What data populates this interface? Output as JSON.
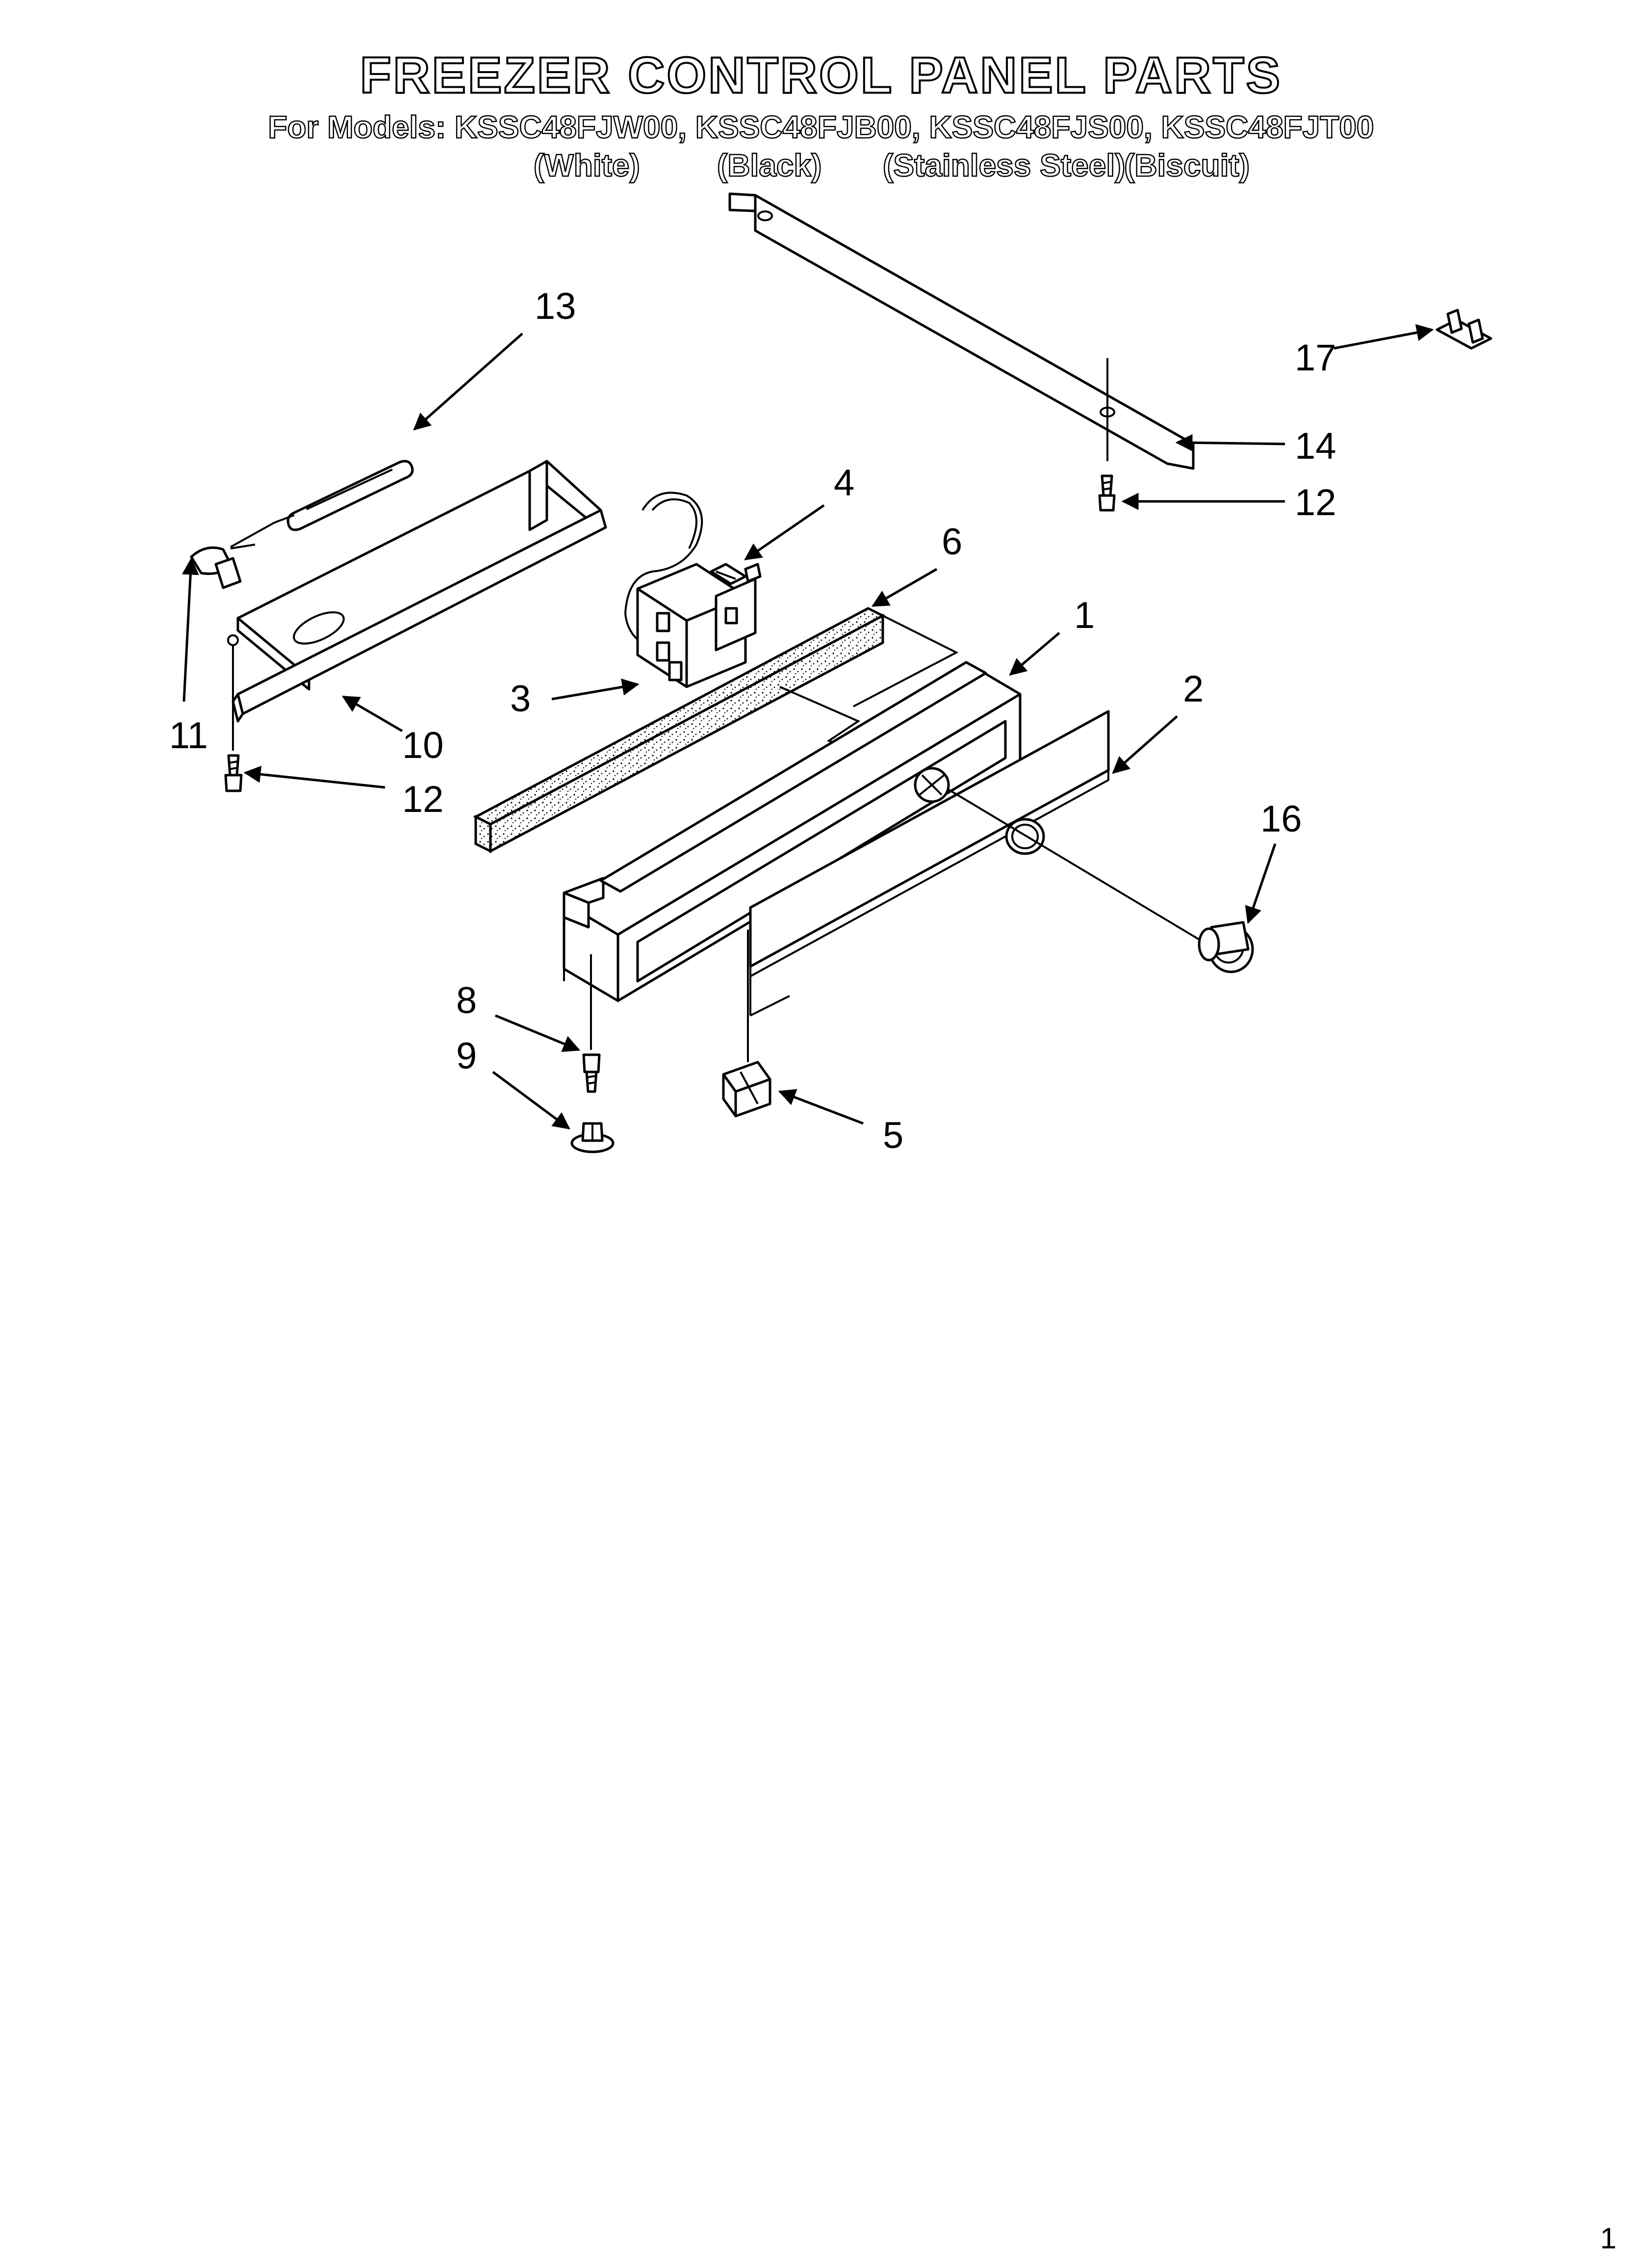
{
  "header": {
    "title": "FREEZER CONTROL PANEL PARTS",
    "models_line": "For Models: KSSC48FJW00, KSSC48FJB00, KSSC48FJS00, KSSC48FJT00",
    "colors": [
      "(White)",
      "(Black)",
      "(Stainless Steel)",
      "(Biscuit)"
    ]
  },
  "callouts": [
    "1",
    "2",
    "3",
    "4",
    "5",
    "6",
    "8",
    "9",
    "10",
    "11",
    "12",
    "12",
    "13",
    "14",
    "16",
    "17"
  ],
  "footer": {
    "page_number": "1"
  }
}
